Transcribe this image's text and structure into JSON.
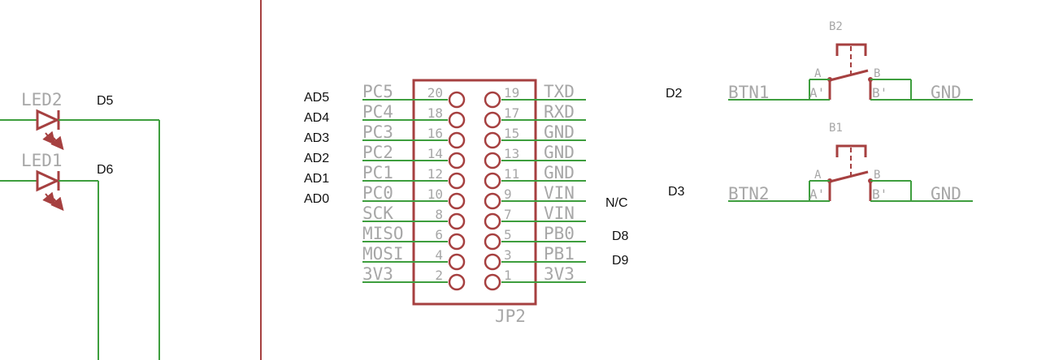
{
  "colors": {
    "wire": "#3e9e3e",
    "part": "#a64040",
    "label_gray": "#a7a7a7",
    "label_dark": "#111111"
  },
  "leds": {
    "led2": {
      "name": "LED2",
      "net": "D5"
    },
    "led1": {
      "name": "LED1",
      "net": "D6"
    }
  },
  "header": {
    "name": "JP2",
    "left": [
      {
        "num": "20",
        "label": "PC5",
        "net": "AD5"
      },
      {
        "num": "18",
        "label": "PC4",
        "net": "AD4"
      },
      {
        "num": "16",
        "label": "PC3",
        "net": "AD3"
      },
      {
        "num": "14",
        "label": "PC2",
        "net": "AD2"
      },
      {
        "num": "12",
        "label": "PC1",
        "net": "AD1"
      },
      {
        "num": "10",
        "label": "PC0",
        "net": "AD0"
      },
      {
        "num": "8",
        "label": "SCK",
        "net": ""
      },
      {
        "num": "6",
        "label": "MISO",
        "net": ""
      },
      {
        "num": "4",
        "label": "MOSI",
        "net": ""
      },
      {
        "num": "2",
        "label": "3V3",
        "net": ""
      }
    ],
    "right": [
      {
        "num": "19",
        "label": "TXD",
        "net": ""
      },
      {
        "num": "17",
        "label": "RXD",
        "net": ""
      },
      {
        "num": "15",
        "label": "GND",
        "net": ""
      },
      {
        "num": "13",
        "label": "GND",
        "net": ""
      },
      {
        "num": "11",
        "label": "GND",
        "net": ""
      },
      {
        "num": "9",
        "label": "VIN",
        "net": "N/C"
      },
      {
        "num": "7",
        "label": "VIN",
        "net": ""
      },
      {
        "num": "5",
        "label": "PB0",
        "net": "D8"
      },
      {
        "num": "3",
        "label": "PB1",
        "net": "D9"
      },
      {
        "num": "1",
        "label": "3V3",
        "net": ""
      }
    ]
  },
  "buttons": [
    {
      "name": "B2",
      "net_label": "BTN1",
      "net": "D2",
      "pin_a": "A",
      "pin_b": "B",
      "pin_a2": "A'",
      "pin_b2": "B'",
      "gnd": "GND"
    },
    {
      "name": "B1",
      "net_label": "BTN2",
      "net": "D3",
      "pin_a": "A",
      "pin_b": "B",
      "pin_a2": "A'",
      "pin_b2": "B'",
      "gnd": "GND"
    }
  ]
}
